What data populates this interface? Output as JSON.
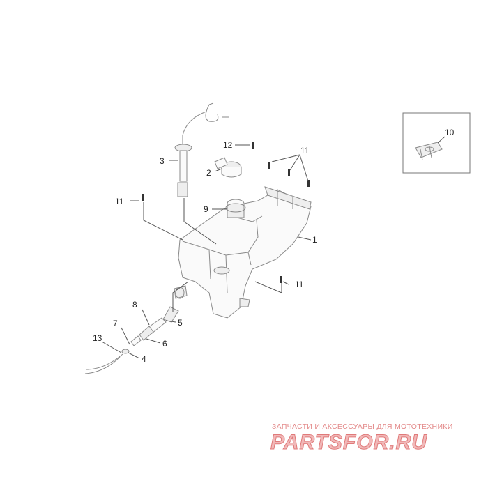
{
  "callouts": {
    "c1": "1",
    "c2": "2",
    "c3": "3",
    "c4": "4",
    "c5": "5",
    "c6": "6",
    "c7": "7",
    "c8": "8",
    "c9": "9",
    "c10": "10",
    "c11_a": "11",
    "c11_b": "11",
    "c11_c": "11",
    "c12": "12",
    "c13": "13"
  },
  "watermark": {
    "caption": "ЗАПЧАСТИ И АКСЕССУАРЫ ДЛЯ МОТОТЕХНИКИ",
    "logo": "PARTSFOR.RU"
  }
}
